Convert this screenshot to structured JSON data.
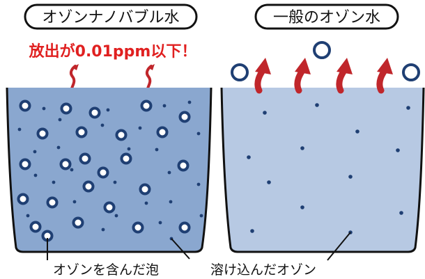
{
  "left_panel": {
    "title": "オゾンナノバブル水",
    "claim": "放出が0.01ppm以下！",
    "water_color": "#8aa7cf",
    "bubble_color": "#1f3f73"
  },
  "right_panel": {
    "title": "一般のオゾン水",
    "water_color": "#b7c9e3",
    "arrow_color": "#c0262b"
  },
  "captions": {
    "bubble_label": "オゾンを含んだ泡",
    "dissolved_label": "溶け込んだオゾン"
  }
}
